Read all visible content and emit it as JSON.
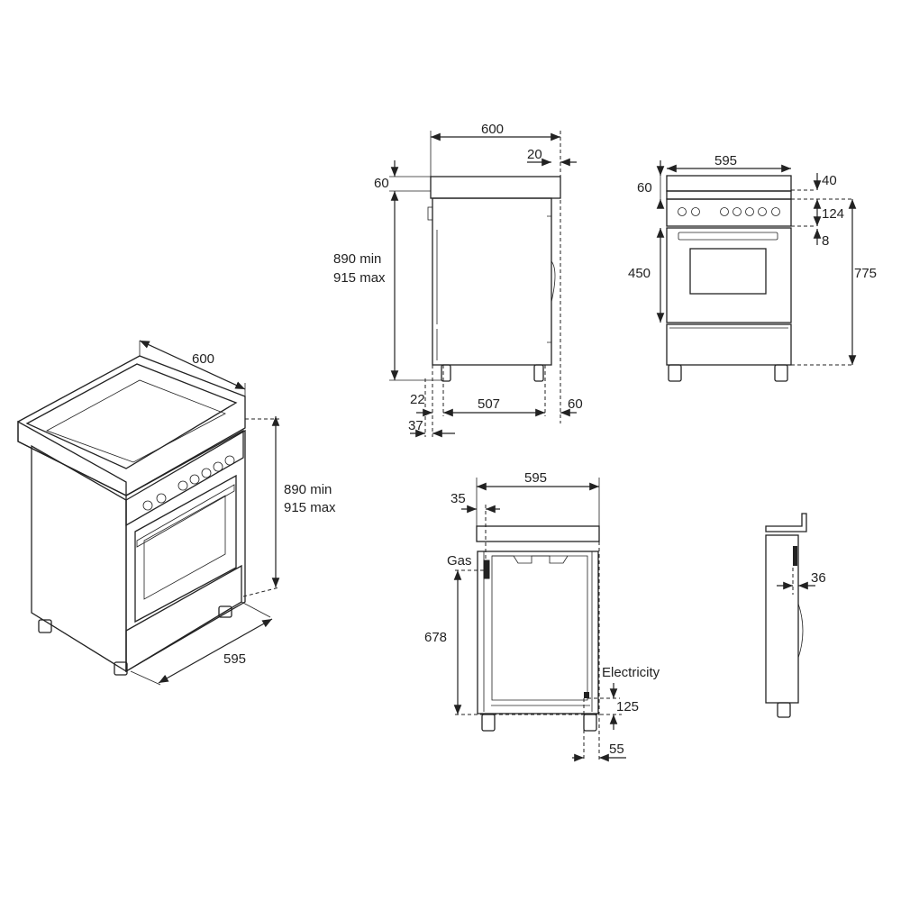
{
  "perspective_view": {
    "width": "600",
    "height_min": "890 min",
    "height_max": "915 max",
    "depth": "595"
  },
  "side_view": {
    "depth": "600",
    "rear_offset": "20",
    "top_height": "60",
    "height_min": "890 min",
    "height_max": "915 max",
    "front_offset": "22",
    "leg_span": "507",
    "rear_leg": "60",
    "front_leg": "37"
  },
  "front_view": {
    "width": "595",
    "top_height": "60",
    "upstand": "40",
    "control_panel": "124",
    "gap": "8",
    "oven_height": "450",
    "worktop_height": "775"
  },
  "rear_view": {
    "width": "595",
    "gas_offset": "35",
    "gas_label": "Gas",
    "gas_height": "678",
    "electricity_label": "Electricity",
    "electricity_height": "125",
    "electricity_offset": "55"
  },
  "small_side_view": {
    "depth": "36"
  },
  "colors": {
    "line": "#222222",
    "background": "#ffffff"
  }
}
